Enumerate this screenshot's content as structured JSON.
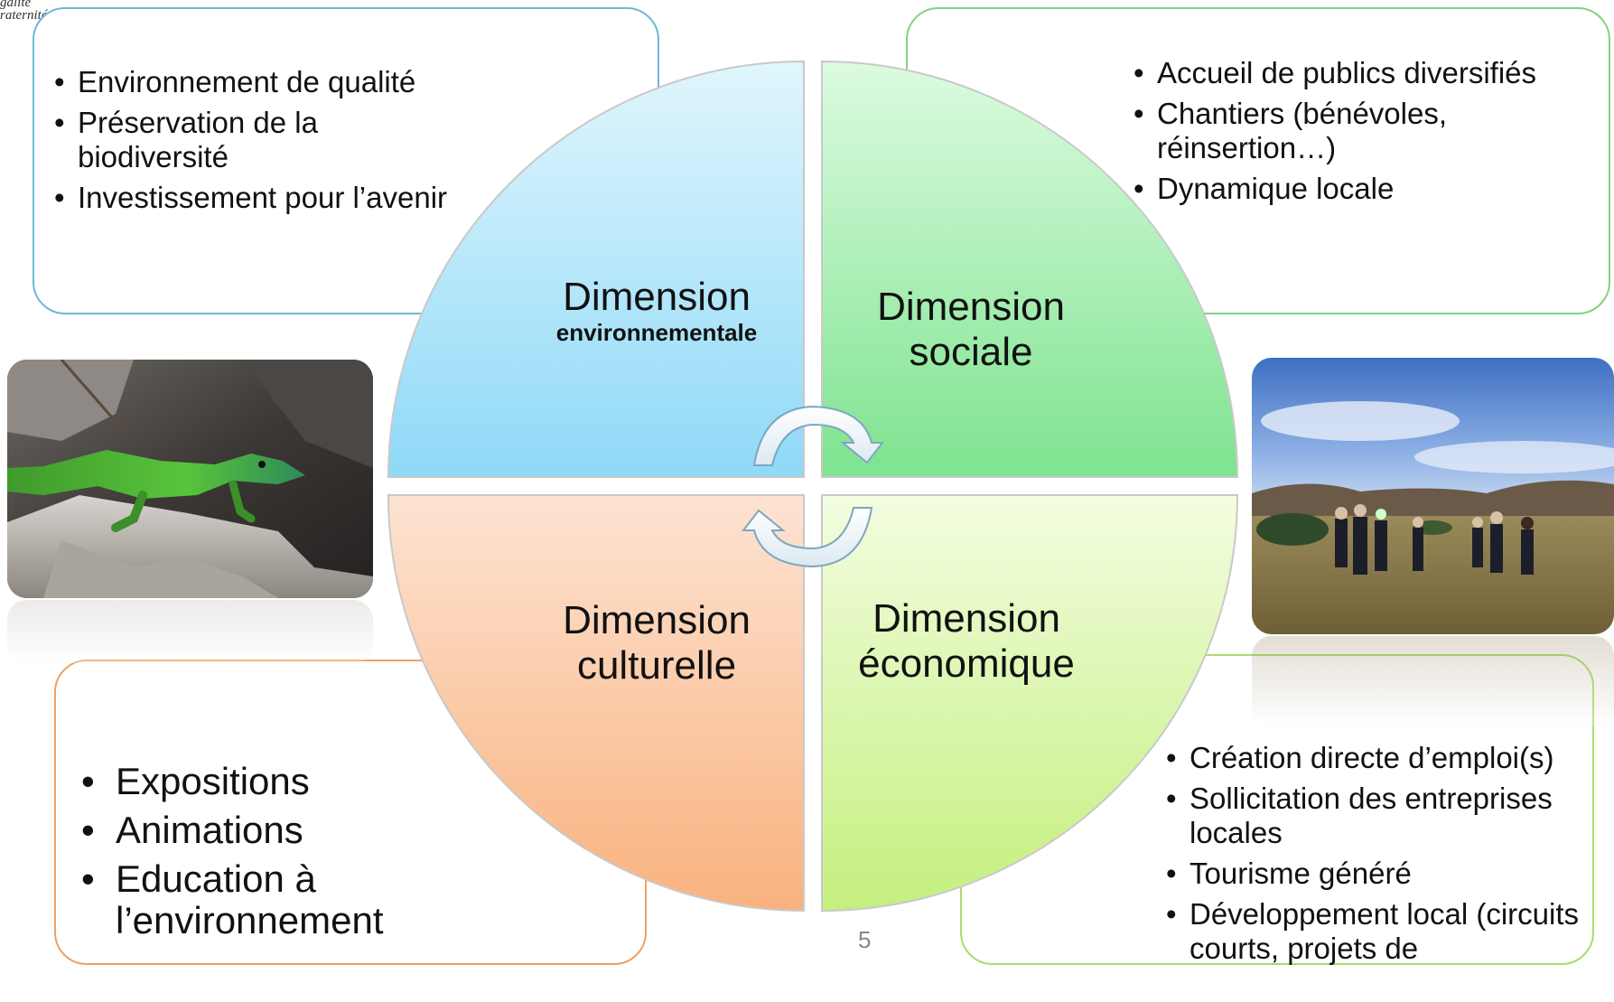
{
  "header_logo": {
    "line1": "galité",
    "line2": "raternité"
  },
  "boxes": {
    "environment": [
      "Environnement de qualité",
      "Préservation de la biodiversité",
      "Investissement pour l’avenir"
    ],
    "social": [
      "Accueil de publics diversifiés",
      "Chantiers (bénévoles, réinsertion…)",
      "Dynamique locale"
    ],
    "cultural": [
      "Expositions",
      "Animations",
      "Education à l’environnement"
    ],
    "economic": [
      "Création directe d’emploi(s)",
      "Sollicitation des entreprises locales",
      "Tourisme généré",
      "Développement local (circuits courts, projets de"
    ]
  },
  "quadrants": {
    "environment": {
      "title": "Dimension",
      "subtitle": "environnementale"
    },
    "social": {
      "title": "Dimension",
      "subtitle": "sociale"
    },
    "cultural": {
      "title": "Dimension",
      "subtitle": "culturelle"
    },
    "economic": {
      "title": "Dimension",
      "subtitle": "économique"
    }
  },
  "page_number": "5",
  "colors": {
    "environment": "#8fd9f7",
    "social": "#7ee38f",
    "cultural": "#f9b27e",
    "economic": "#c4ef7e",
    "env_border": "#6fb8d8",
    "social_border": "#7fd47f",
    "cultural_border": "#f0a060",
    "econ_border": "#a8dc6a"
  },
  "images": {
    "left_photo": "green-lizard-on-rock",
    "right_photo": "group-of-people-in-field"
  }
}
